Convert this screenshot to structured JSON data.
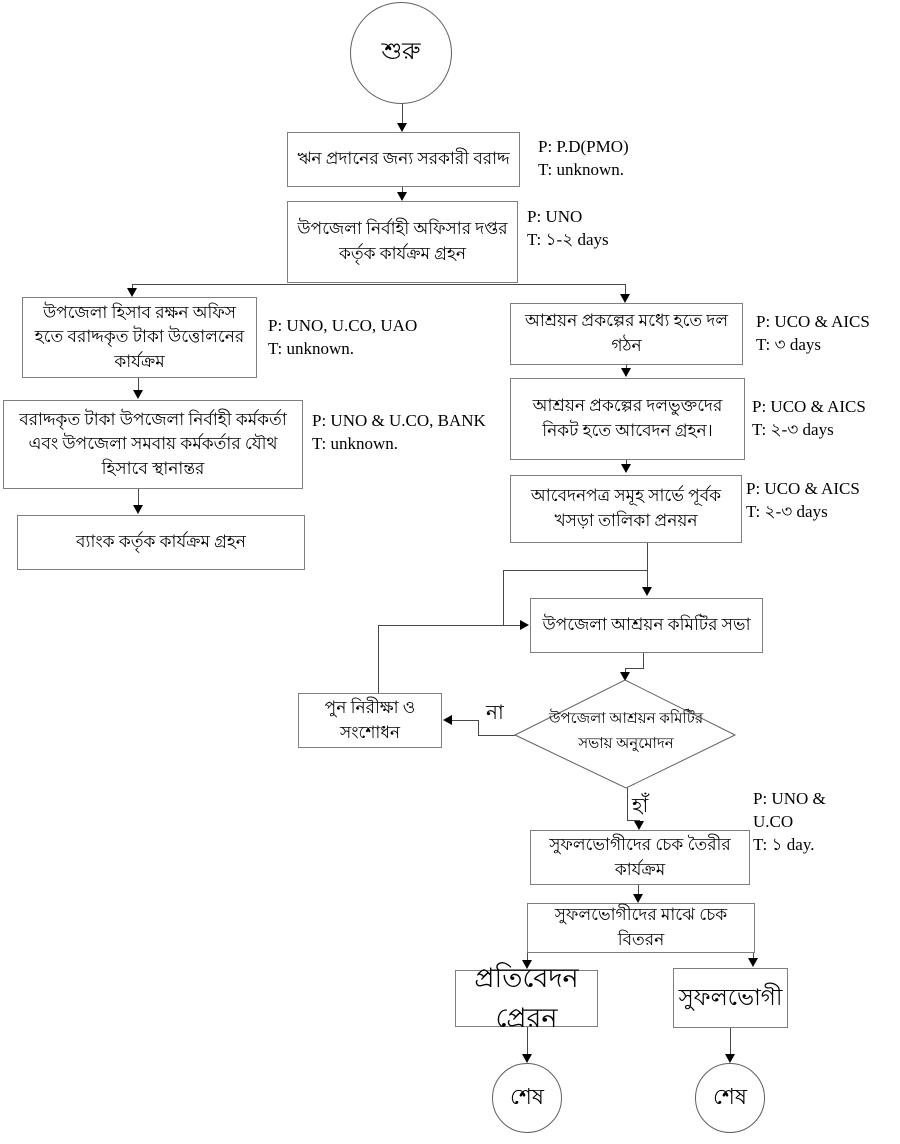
{
  "flowchart": {
    "terminals": {
      "start": "শুরু",
      "end_left": "শেষ",
      "end_right": "শেষ"
    },
    "nodes": {
      "govt_allocation": "ঋন প্রদানের জন্য সরকারী বরাদ্দ",
      "uno_office": "উপজেলা নির্বাহী অফিসার দপ্তর কর্তৃক কার্যক্রম গ্রহন",
      "accounts_withdraw": "উপজেলা হিসাব রক্ষন অফিস হতে বরাদ্দকৃত টাকা উত্তোলনের কার্যক্রম",
      "joint_transfer": "বরাদ্দকৃত টাকা উপজেলা নির্বাহী কর্মকর্তা এবং উপজেলা সমবায় কর্মকর্তার যৌথ হিসাবে স্থানান্তর",
      "bank_action": "ব্যাংক কর্তৃক কার্যক্রম গ্রহন",
      "group_formation": "আশ্রয়ন প্রকল্পের মধ্যে হতে দল গঠন",
      "application_receive": "আশ্রয়ন প্রকল্পের দলভুক্তদের নিকট হতে আবেদন গ্রহন।",
      "draft_list": "আবেদনপত্র সমূহ সার্ভে পূর্বক খসড়া তালিকা প্রনয়ন",
      "committee_meeting": "উপজেলা আশ্রয়ন কমিটির সভা",
      "revision": "পুন নিরীক্ষা ও সংশোধন",
      "decision": "উপজেলা আশ্রয়ন কমিটির সভায় অনুমোদন",
      "check_prepare": "সুফলভোগীদের চেক তৈরীর কার্যক্রম",
      "check_distribute": "সুফলভোগীদের মাঝে চেক বিতরন",
      "report_send": "প্রতিবেদন প্রেরন",
      "beneficiary": "সুফলভোগী"
    },
    "branch_labels": {
      "no": "না",
      "yes": "হাঁ"
    },
    "annotations": {
      "govt_allocation": {
        "p": "P: P.D(PMO)",
        "t": "T: unknown."
      },
      "uno_office": {
        "p": "P: UNO",
        "t": "T: ১-২ days"
      },
      "accounts_withdraw": {
        "p": "P: UNO, U.CO, UAO",
        "t": "T: unknown."
      },
      "joint_transfer": {
        "p": "P: UNO & U.CO, BANK",
        "t": "T: unknown."
      },
      "group_formation": {
        "p": "P: UCO & AICS",
        "t": "T: ৩ days"
      },
      "application_receive": {
        "p": "P: UCO & AICS",
        "t": "T: ২-৩ days"
      },
      "draft_list": {
        "p": "P: UCO & AICS",
        "t": "T: ২-৩ days"
      },
      "yes_path": {
        "p": "P: UNO &",
        "p2": "U.CO",
        "t": "T: ১ day."
      }
    },
    "colors": {
      "line": "#474747",
      "box_border": "#7f7f7f",
      "arrow": "#000000",
      "background": "#ffffff"
    }
  }
}
